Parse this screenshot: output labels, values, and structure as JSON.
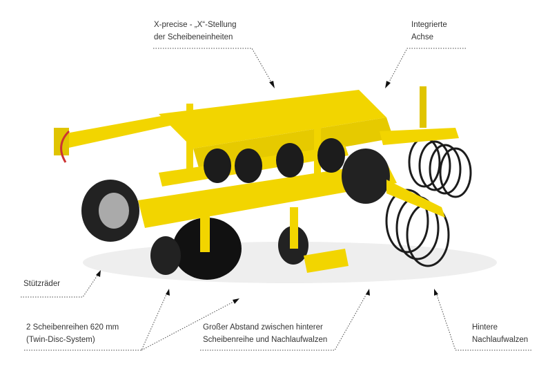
{
  "callouts": {
    "x_precise": {
      "line1": "X-precise - „X“-Stellung",
      "line2": "der Scheibeneinheiten"
    },
    "axle": {
      "line1": "Integrierte",
      "line2": "Achse"
    },
    "support_wheels": {
      "line1": "Stützräder"
    },
    "disc_rows": {
      "line1": "2 Scheibenreihen 620 mm",
      "line2": "(Twin-Disc-System)"
    },
    "distance": {
      "line1": "Großer Abstand zwischen hinterer",
      "line2": "Scheibenreihe und Nachlaufwalzen"
    },
    "rollers": {
      "line1": "Hintere",
      "line2": "Nachlaufwalzen"
    }
  },
  "colors": {
    "machine_yellow": "#f2d500",
    "disc_black": "#1c1c1c",
    "text": "#333333"
  }
}
